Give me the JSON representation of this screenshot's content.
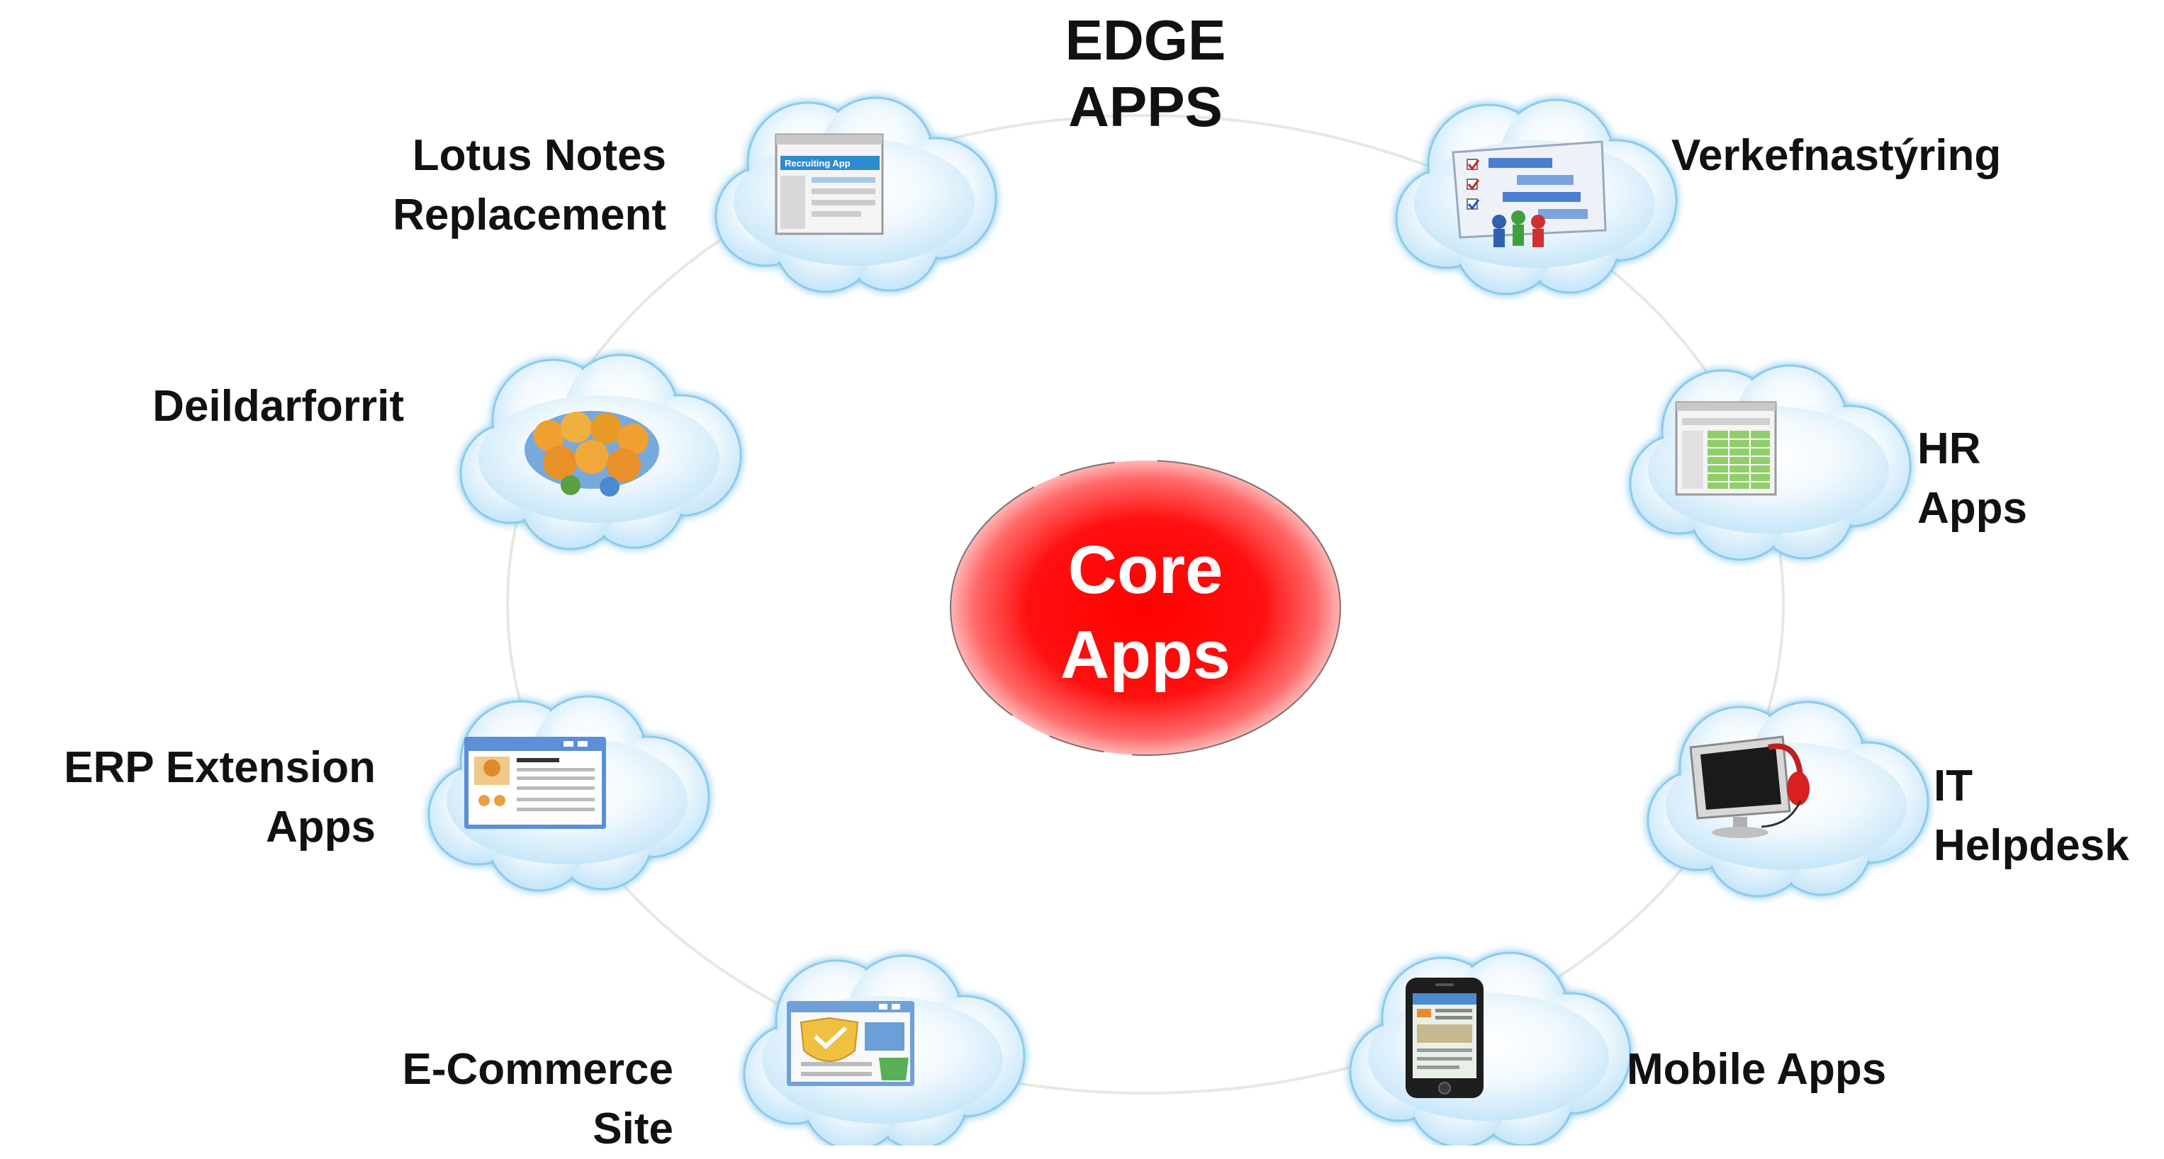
{
  "title": {
    "line1": "EDGE",
    "line2": "APPS"
  },
  "core": {
    "line1": "Core",
    "line2": "Apps"
  },
  "apps": [
    {
      "id": "lotus-notes",
      "lines": [
        "Lotus Notes",
        "Replacement"
      ],
      "icon": "recruiting-app-window-icon",
      "icon_text": "Recruiting App"
    },
    {
      "id": "verkefnastyring",
      "lines": [
        "Verkefnastýring"
      ],
      "icon": "project-gantt-chart-icon"
    },
    {
      "id": "deildarforrit",
      "lines": [
        "Deildarforrit"
      ],
      "icon": "people-group-icon"
    },
    {
      "id": "hr-apps",
      "lines": [
        "HR",
        "Apps"
      ],
      "icon": "spreadsheet-window-icon"
    },
    {
      "id": "erp-extension",
      "lines": [
        "ERP Extension",
        "Apps"
      ],
      "icon": "profile-app-window-icon"
    },
    {
      "id": "it-helpdesk",
      "lines": [
        "IT",
        "Helpdesk"
      ],
      "icon": "monitor-headset-icon"
    },
    {
      "id": "e-commerce",
      "lines": [
        "E-Commerce",
        "Site"
      ],
      "icon": "shop-window-shield-icon"
    },
    {
      "id": "mobile-apps",
      "lines": [
        "Mobile Apps"
      ],
      "icon": "smartphone-icon"
    }
  ],
  "colors": {
    "cloud_fill": "#bfe3f8",
    "cloud_edge": "#7cc3ec",
    "core_red": "#ff0000",
    "ring": "#e8e8e0",
    "text": "#111111"
  }
}
